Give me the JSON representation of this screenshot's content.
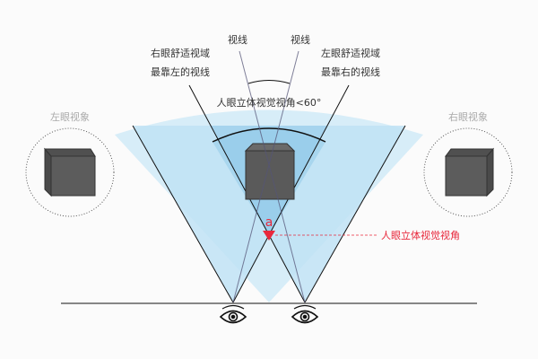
{
  "labels": {
    "sight_line_left": "视线",
    "sight_line_right": "视线",
    "right_eye_comfort_line_1": "右眼舒适视域",
    "right_eye_comfort_line_2": "最靠左的视线",
    "left_eye_comfort_line_1": "左眼舒适视域",
    "left_eye_comfort_line_2": "最靠右的视线",
    "stereo_angle_limit": "人眼立体视觉视角<60°",
    "left_eye_image": "左眼视象",
    "right_eye_image": "右眼视象",
    "angle_symbol": "a",
    "stereo_angle": "人眼立体视觉视角"
  },
  "colors": {
    "field_light": "#c9e6f5",
    "field_overlap": "#9fd1ec",
    "cube": "#5a5a5a",
    "accent_red": "#e8283c"
  }
}
